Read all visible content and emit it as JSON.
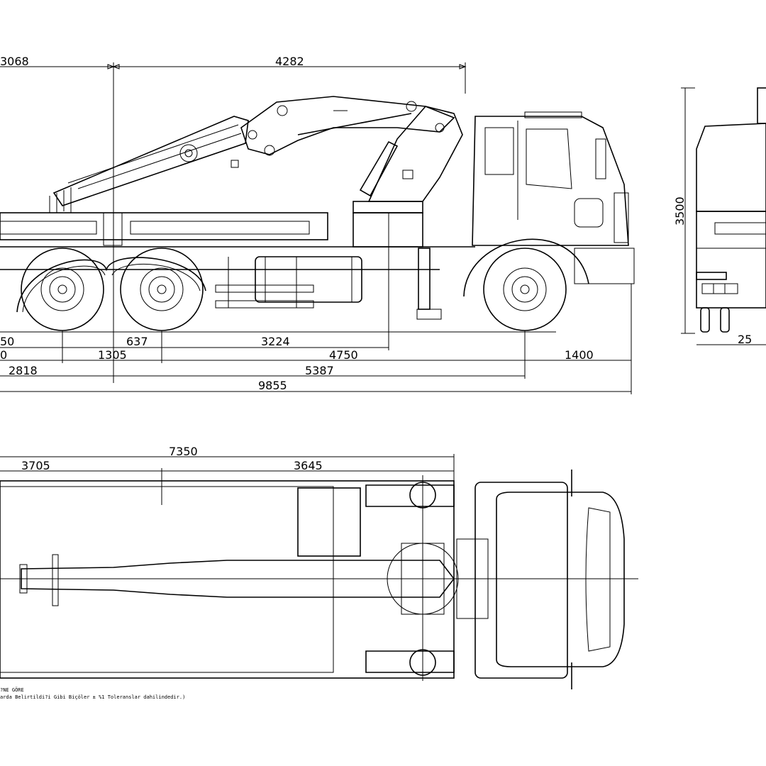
{
  "side_view": {
    "dims_top": [
      "3068",
      "4282"
    ],
    "dims_bottom_row1": [
      "50",
      "637",
      "3224"
    ],
    "dims_bottom_row2": [
      "0",
      "1305",
      "4750",
      "1400"
    ],
    "dims_bottom_row3": [
      "2818",
      "5387"
    ],
    "dims_bottom_row4": [
      "9855"
    ]
  },
  "front_view": {
    "height_dim": "3500",
    "width_dim": "25"
  },
  "top_view": {
    "dims_total": "7350",
    "dims_parts": [
      "3705",
      "3645"
    ]
  },
  "notes": [
    "?NE GÖRE",
    "arda Belirtildi?i Gibi Biçöler  ± %1 Toleranslar dahilindedir.)"
  ]
}
